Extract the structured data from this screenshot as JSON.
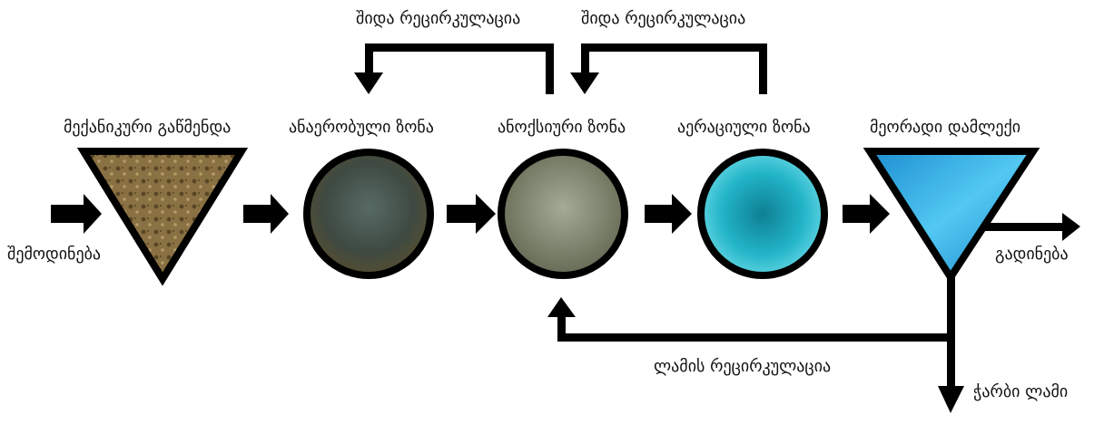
{
  "diagram": {
    "stages": {
      "mechanical": "მექანიკური გაწმენდა",
      "anaerobic": "ანაერობული ზონა",
      "anoxic": "ანოქსიური ზონა",
      "aerobic": "აერაციული ზონა",
      "secondary": "მეორადი დამლექი"
    },
    "flows": {
      "inflow": "შემოდინება",
      "outflow": "გადინება",
      "internal_recirc_1": "შიდა რეცირკულაცია",
      "internal_recirc_2": "შიდა რეცირკულაცია",
      "sludge_recirc": "ლამის რეცირკულაცია",
      "excess_sludge": "ჭარბი ლამი"
    },
    "colors": {
      "line": "#000000",
      "mechanical_fill": "#8a7143",
      "anaerobic_fill": "#3e4b45",
      "anoxic_fill": "#7e8672",
      "aerobic_fill": "#1fb0c4",
      "secondary_fill": "#35b2e8"
    }
  }
}
